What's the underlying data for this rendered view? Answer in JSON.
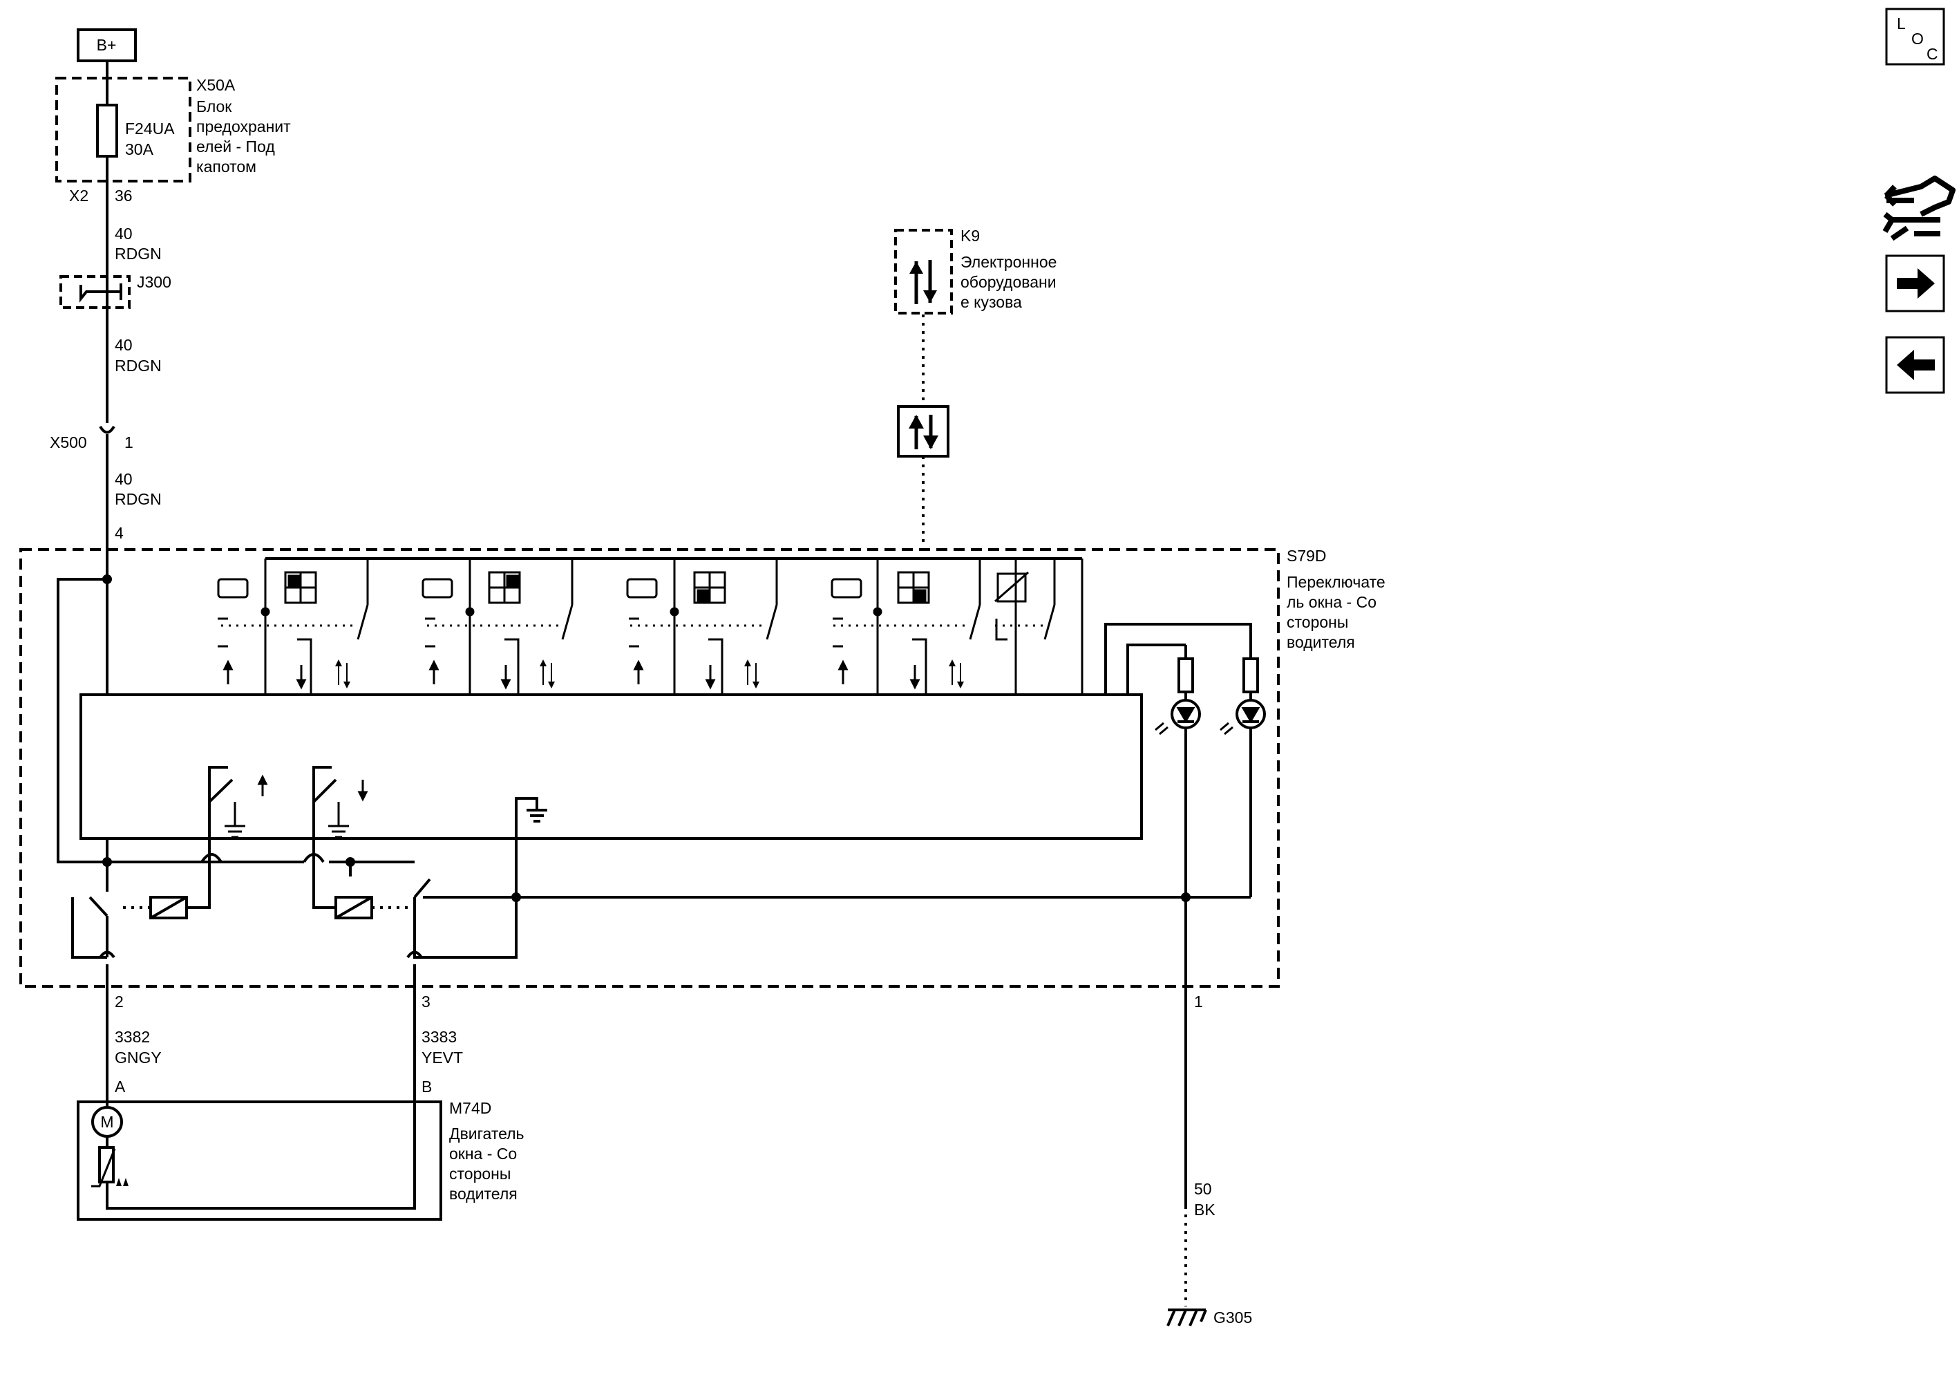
{
  "supply": {
    "label": "B+"
  },
  "fuse_block": {
    "ref": "X50A",
    "name_lines": [
      "Блок",
      "предохранит",
      "елей - Под",
      "капотом"
    ],
    "fuse_id": "F24UA",
    "fuse_rating": "30A",
    "connector": "X2",
    "pin": "36"
  },
  "wire1": {
    "size": "40",
    "color": "RDGN"
  },
  "splice": {
    "ref": "J300"
  },
  "wire2": {
    "size": "40",
    "color": "RDGN"
  },
  "inline_connector": {
    "ref": "X500",
    "pin": "1"
  },
  "wire3": {
    "size": "40",
    "color": "RDGN"
  },
  "switch_pin_top": "4",
  "module_k9": {
    "ref": "K9",
    "name_lines": [
      "Электронное",
      "оборудовани",
      "е кузова"
    ]
  },
  "switch_s79d": {
    "ref": "S79D",
    "name_lines": [
      "Переключате",
      "ль окна - Со",
      "стороны",
      "водителя"
    ],
    "pin_left": "2",
    "pin_mid": "3",
    "pin_right": "1"
  },
  "wire_a": {
    "circuit": "3382",
    "color": "GNGY",
    "pin": "A"
  },
  "wire_b": {
    "circuit": "3383",
    "color": "YEVT",
    "pin": "B"
  },
  "motor_m74d": {
    "ref": "M74D",
    "symbol": "M",
    "name_lines": [
      "Двигатель",
      "окна - Со",
      "стороны",
      "водителя"
    ]
  },
  "ground_wire": {
    "size": "50",
    "color": "BK"
  },
  "ground": {
    "ref": "G305"
  },
  "sidebar": {
    "loc": [
      "L",
      "O",
      "C"
    ],
    "icons": [
      "connector-tool-icon",
      "arrow-right-icon",
      "arrow-left-icon"
    ]
  }
}
